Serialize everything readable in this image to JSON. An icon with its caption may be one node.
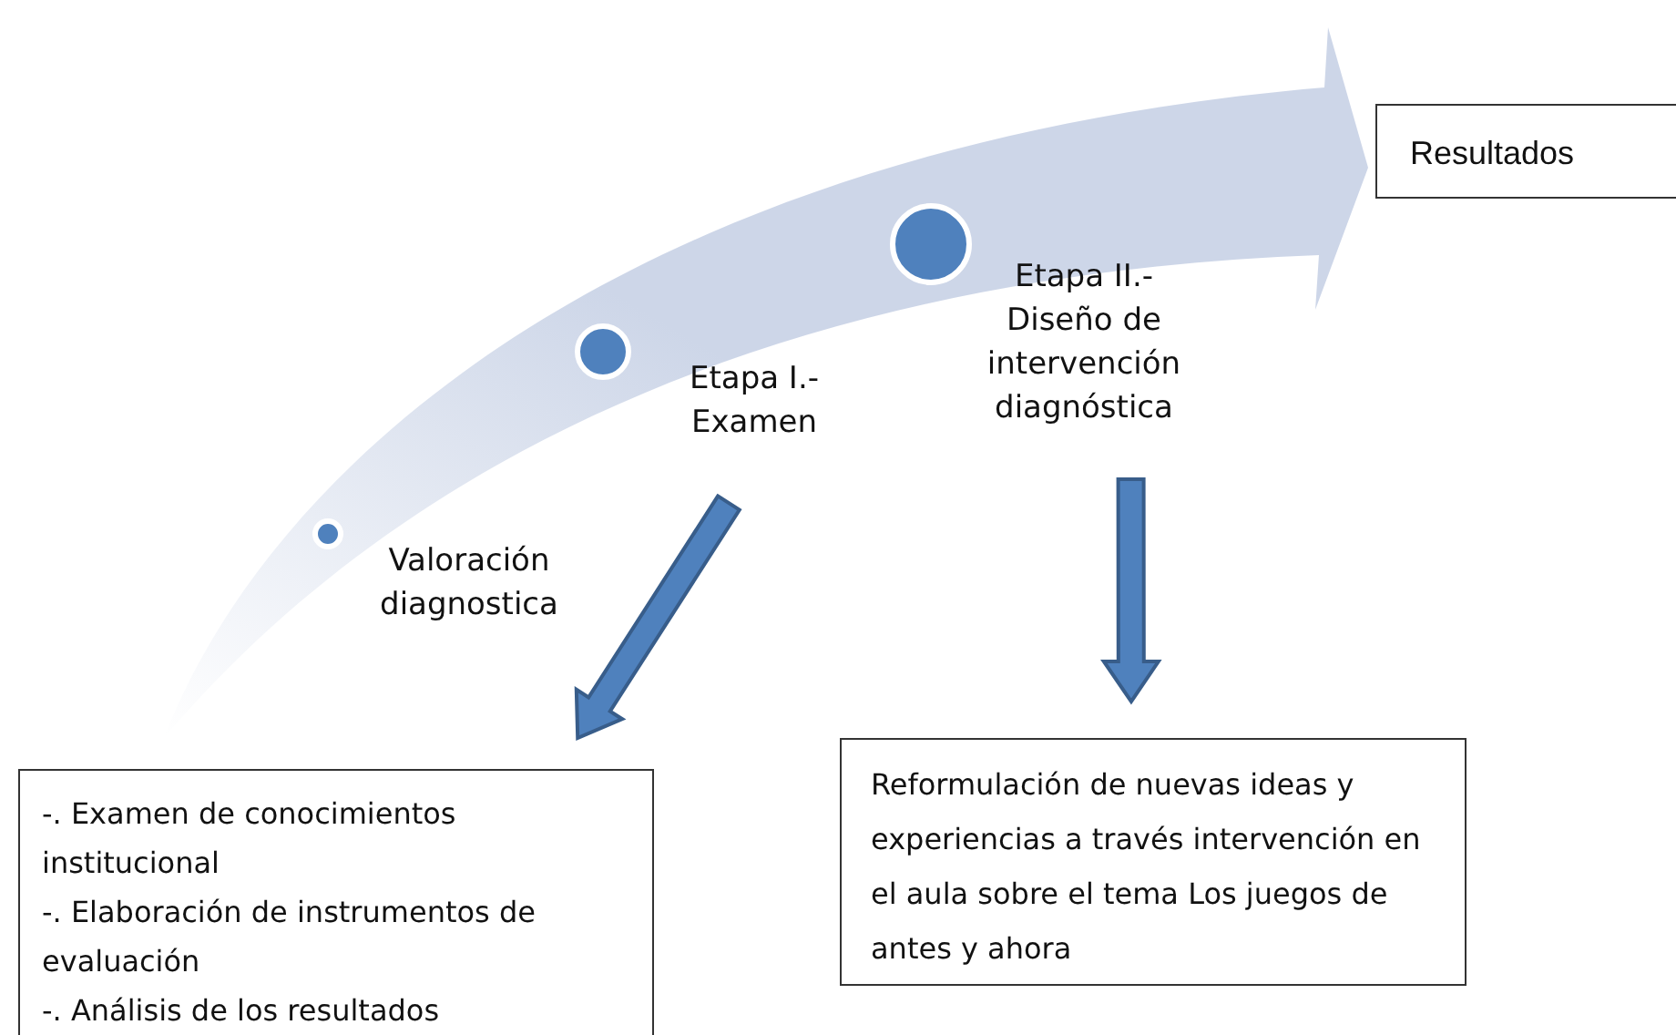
{
  "diagram": {
    "nodes": [
      {
        "text": [
          "Resultados"
        ]
      },
      {
        "text": [
          "Etapa I.- Examen"
        ]
      },
      {
        "text": [
          "Etapa II.- Diseño de intervención diagnóstica"
        ]
      },
      {
        "text": [
          "-. Examen de conocimientos institucional",
          "-. Elaboración de instrumentos de evaluación",
          "-. Análisis de los resultados"
        ]
      },
      {
        "text": [
          "Reformulación de nuevas ideas y experiencias a través  intervención en el aula sobre el tema Los juegos de antes y ahora"
        ]
      }
    ],
    "edges": [
      {
        "from": null,
        "to": 0,
        "arrow": "to",
        "style": "thick",
        "color": "#cdd6e8"
      },
      {
        "from": 1,
        "to": 3,
        "arrow": "to"
      },
      {
        "from": 2,
        "to": 4,
        "arrow": "to"
      }
    ],
    "labels": [
      "Valoración diagnostica"
    ]
  }
}
